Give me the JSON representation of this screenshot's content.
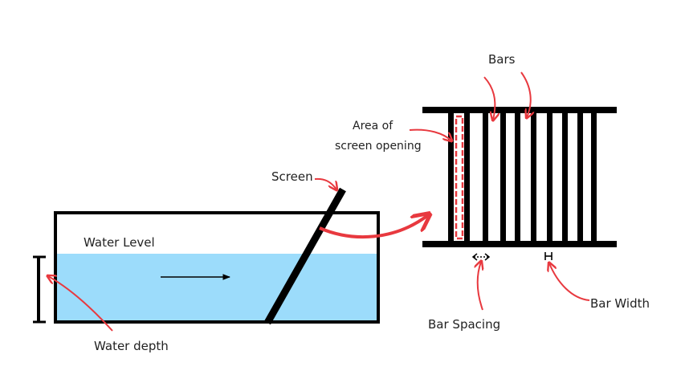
{
  "labels": {
    "bars": "Bars",
    "area_line1": "Area of",
    "area_line2": "screen opening",
    "screen": "Screen",
    "water_level": "Water Level",
    "water_depth": "Water depth",
    "bar_spacing": "Bar Spacing",
    "bar_width": "Bar Width"
  },
  "colors": {
    "water": "#9cdcfb",
    "annotation": "#e8393f",
    "structure": "#000000"
  }
}
